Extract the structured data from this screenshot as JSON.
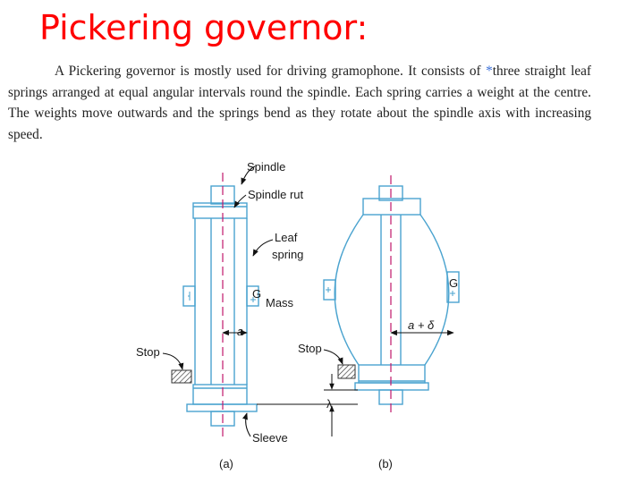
{
  "title": "Pickering governor:",
  "paragraph": {
    "before_star": "A Pickering governor is mostly used for driving gramophone. It consists of ",
    "star": "*",
    "after_star": "three straight leaf springs arranged at equal angular intervals round the spindle. Each spring carries a weight at the centre. The weights move outwards and the springs bend as they rotate about the spindle axis with increasing speed."
  },
  "figure": {
    "labels": {
      "spindle": "Spindle",
      "spindle_nut": "Spindle rut",
      "leaf": "Leaf",
      "spring": "spring",
      "g_a": "G",
      "mass": "Mass",
      "a": "a",
      "stop_a": "Stop",
      "sleeve": "Sleeve",
      "g_b": "G",
      "a_delta": "a + δ",
      "stop_b": "Stop",
      "lambda": "λ",
      "caption_a": "(a)",
      "caption_b": "(b)"
    },
    "colors": {
      "line": "#4aa3cf",
      "axis": "#c0186c",
      "arrow": "#111111",
      "title": "#ff0000"
    }
  }
}
